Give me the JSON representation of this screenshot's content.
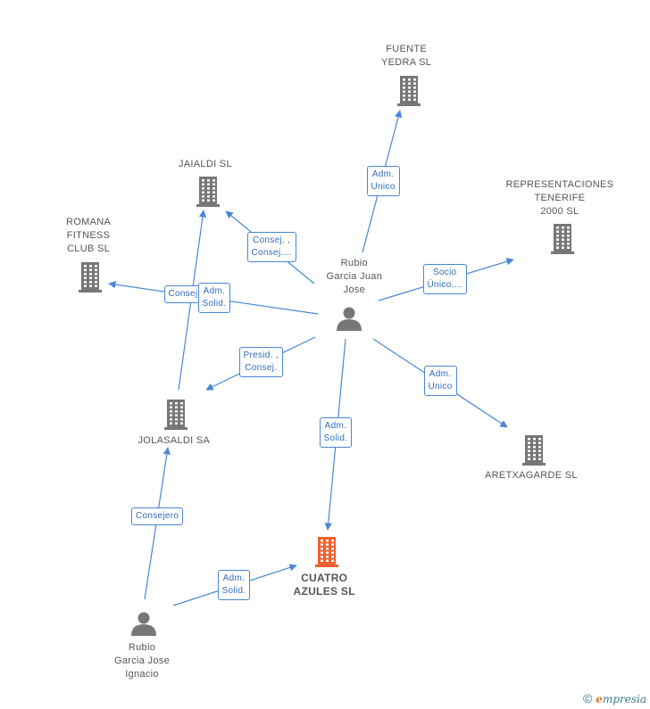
{
  "colors": {
    "edge": "#4a86d4",
    "company": "#777777",
    "focus_company": "#f06030",
    "person": "#777777"
  },
  "nodes": [
    {
      "id": "fuente",
      "kind": "company",
      "label": "FUENTE\nYEDRA SL"
    },
    {
      "id": "jaialdi",
      "kind": "company",
      "label": "JAIALDI SL"
    },
    {
      "id": "representaciones",
      "kind": "company",
      "label": "REPRESENTACIONES\nTENERIFE\n2000 SL"
    },
    {
      "id": "romana",
      "kind": "company",
      "label": "ROMANA\nFITNESS\nCLUB SL"
    },
    {
      "id": "rubio_juan",
      "kind": "person",
      "label": "Rubio\nGarcia Juan\nJose"
    },
    {
      "id": "jolasaldi",
      "kind": "company",
      "label": "JOLASALDI SA"
    },
    {
      "id": "aretxagarde",
      "kind": "company",
      "label": "ARETXAGARDE SL"
    },
    {
      "id": "cuatro",
      "kind": "focus_company",
      "label": "CUATRO\nAZULES SL"
    },
    {
      "id": "rubio_ignacio",
      "kind": "person",
      "label": "Rubio\nGarcia Jose\nIgnacio"
    }
  ],
  "edges": [
    {
      "from": "rubio_juan",
      "to": "fuente",
      "label": "Adm.\nUnico"
    },
    {
      "from": "rubio_juan",
      "to": "jaialdi",
      "label": "Consej. ,\nConsej...."
    },
    {
      "from": "rubio_juan",
      "to": "representaciones",
      "label": "Socio\nÚnico,..."
    },
    {
      "from": "rubio_juan",
      "to": "romana",
      "label": "Consej"
    },
    {
      "from": "rubio_juan",
      "to": "jolasaldi",
      "label": "Presid. ,\nConsej."
    },
    {
      "from": "rubio_juan",
      "to": "aretxagarde",
      "label": "Adm.\nUnico"
    },
    {
      "from": "rubio_juan",
      "to": "cuatro",
      "label": "Adm.\nSolid."
    },
    {
      "from": "jolasaldi",
      "to": "jaialdi",
      "label": "Adm.\nSolid."
    },
    {
      "from": "rubio_ignacio",
      "to": "jolasaldi",
      "label": "Consejero"
    },
    {
      "from": "rubio_ignacio",
      "to": "cuatro",
      "label": "Adm.\nSolid."
    }
  ],
  "brand": {
    "copyright": "©",
    "initial": "e",
    "name": "mpresia"
  }
}
